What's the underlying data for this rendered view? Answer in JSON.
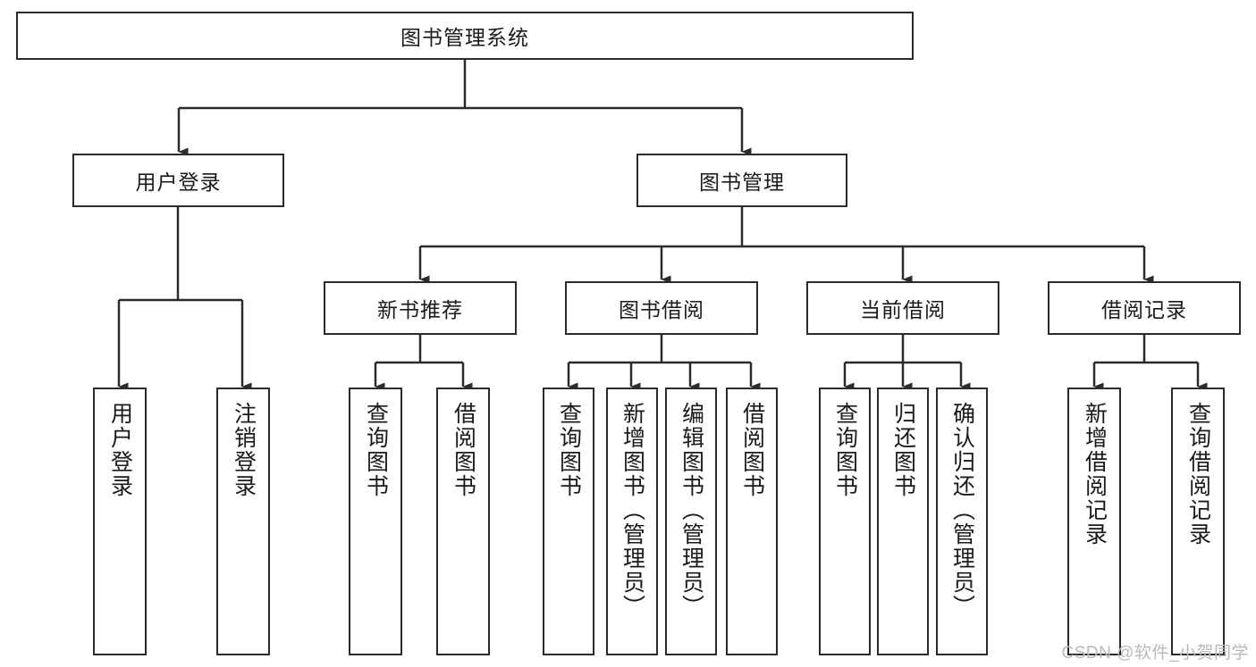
{
  "diagram": {
    "type": "tree-hierarchy-chart",
    "title": "图书管理系统",
    "orientation": "top-down",
    "colors": {
      "box_border": "#2b2b2b",
      "box_fill": "#ffffff",
      "connector": "#2b2b2b",
      "text": "#1a1a1a",
      "watermark": "#b9b9b9"
    }
  },
  "root": {
    "label": "图书管理系统"
  },
  "level1": [
    {
      "id": "user-login",
      "label": "用户登录"
    },
    {
      "id": "book-management",
      "label": "图书管理"
    }
  ],
  "level2": [
    {
      "id": "new-book-recommend",
      "label": "新书推荐",
      "parent": "book-management"
    },
    {
      "id": "book-borrow",
      "label": "图书借阅",
      "parent": "book-management"
    },
    {
      "id": "current-borrow",
      "label": "当前借阅",
      "parent": "book-management"
    },
    {
      "id": "borrow-record",
      "label": "借阅记录",
      "parent": "book-management"
    }
  ],
  "leaves": {
    "user_login": [
      {
        "id": "leaf-user-login",
        "label": "用户登录"
      },
      {
        "id": "leaf-logout-login",
        "label": "注销登录"
      }
    ],
    "new_book_recommend": [
      {
        "id": "leaf-query-book-1",
        "label": "查询图书"
      },
      {
        "id": "leaf-borrow-book-1",
        "label": "借阅图书"
      }
    ],
    "book_borrow": [
      {
        "id": "leaf-query-book-2",
        "label": "查询图书"
      },
      {
        "id": "leaf-add-book",
        "label": "新增图书（管理员）"
      },
      {
        "id": "leaf-edit-book",
        "label": "编辑图书（管理员）"
      },
      {
        "id": "leaf-borrow-book-2",
        "label": "借阅图书"
      }
    ],
    "current_borrow": [
      {
        "id": "leaf-query-book-3",
        "label": "查询图书"
      },
      {
        "id": "leaf-return-book",
        "label": "归还图书"
      },
      {
        "id": "leaf-confirm-return",
        "label": "确认归还（管理员）"
      }
    ],
    "borrow_record": [
      {
        "id": "leaf-add-record",
        "label": "新增借阅记录"
      },
      {
        "id": "leaf-query-record",
        "label": "查询借阅记录"
      }
    ]
  },
  "watermark": {
    "text": "CSDN @软件_小贺同学"
  }
}
